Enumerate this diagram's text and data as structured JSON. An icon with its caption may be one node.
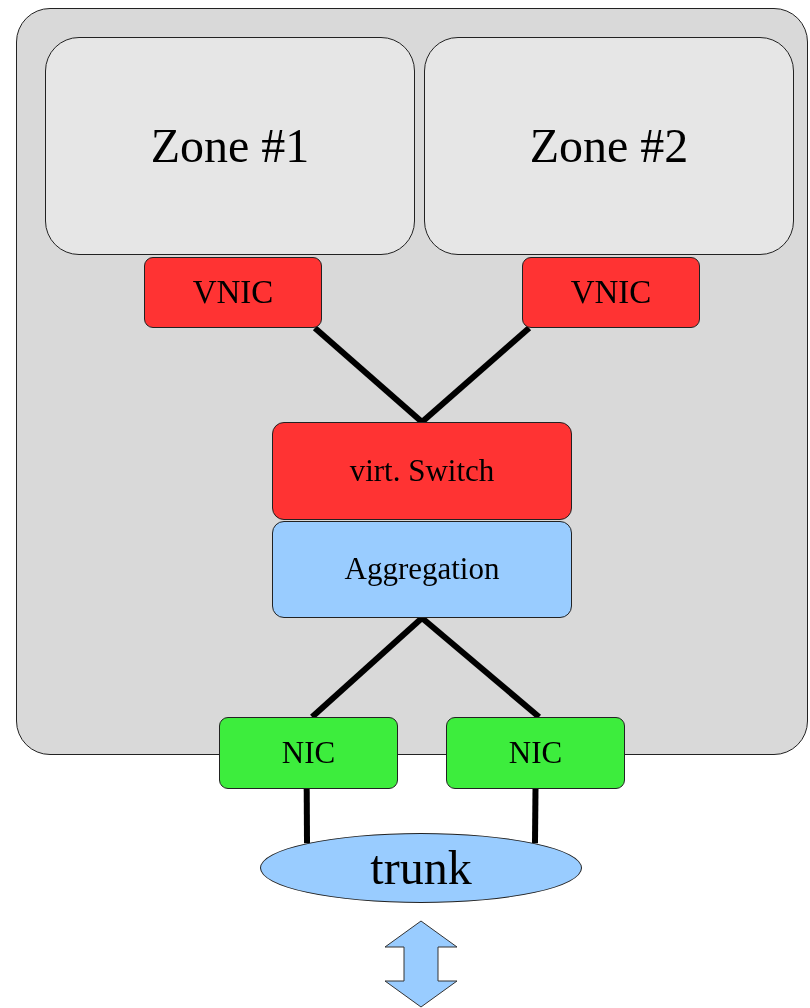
{
  "diagram": {
    "nodes": [
      {
        "text": [],
        "shape": "box"
      },
      {
        "text": [
          "Zone #1"
        ],
        "in": 0
      },
      {
        "text": [
          "Zone #2"
        ],
        "in": 0
      },
      {
        "text": [
          "VNIC"
        ],
        "in": 0
      },
      {
        "text": [
          "VNIC"
        ],
        "in": 0
      },
      {
        "text": [
          "virt. Switch"
        ],
        "in": 0
      },
      {
        "text": [
          "Aggregation"
        ],
        "in": 0
      },
      {
        "text": [
          "NIC"
        ]
      },
      {
        "text": [
          "NIC"
        ]
      },
      {
        "text": [
          "trunk"
        ]
      }
    ],
    "edges": [
      {
        "from": 3,
        "to": 5,
        "arrow": "none"
      },
      {
        "from": 4,
        "to": 5,
        "arrow": "none"
      },
      {
        "from": 6,
        "to": 7,
        "arrow": "none"
      },
      {
        "from": 6,
        "to": 8,
        "arrow": "none"
      },
      {
        "from": 7,
        "to": 9,
        "arrow": "none"
      },
      {
        "from": 8,
        "to": 9,
        "arrow": "none"
      },
      {
        "from": 9,
        "to": null,
        "arrow": "both",
        "color": "#99ccff"
      }
    ]
  }
}
